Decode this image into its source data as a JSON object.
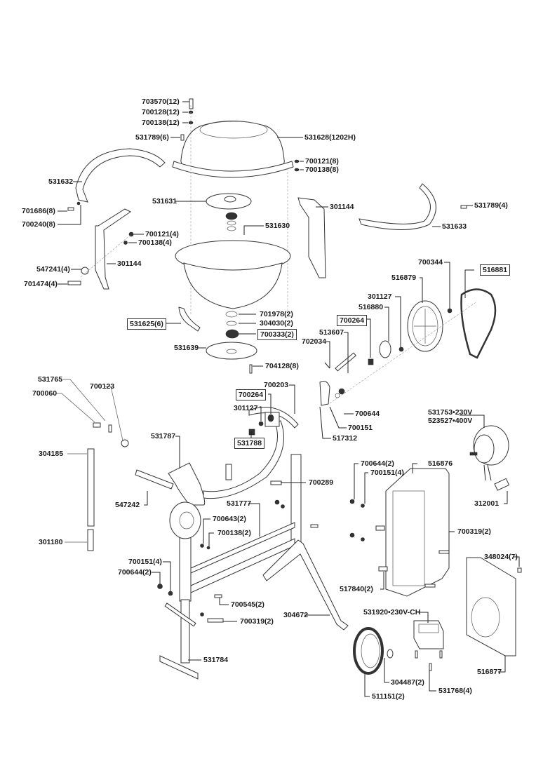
{
  "diagram": {
    "title": "Concrete mixer exploded parts view",
    "labels": [
      {
        "id": "l1",
        "text": "703570(12)",
        "boxed": false
      },
      {
        "id": "l2",
        "text": "700128(12)",
        "boxed": false
      },
      {
        "id": "l3",
        "text": "700138(12)",
        "boxed": false
      },
      {
        "id": "l4",
        "text": "531789(6)",
        "boxed": false
      },
      {
        "id": "l5",
        "text": "531628(1202H)",
        "boxed": false
      },
      {
        "id": "l6",
        "text": "700121(8)",
        "boxed": false
      },
      {
        "id": "l7",
        "text": "700138(8)",
        "boxed": false
      },
      {
        "id": "l8",
        "text": "531632",
        "boxed": false
      },
      {
        "id": "l9",
        "text": "531631",
        "boxed": false
      },
      {
        "id": "l10",
        "text": "701686(8)",
        "boxed": false
      },
      {
        "id": "l11",
        "text": "700240(8)",
        "boxed": false
      },
      {
        "id": "l12",
        "text": "301144",
        "boxed": false
      },
      {
        "id": "l13",
        "text": "531789(4)",
        "boxed": false
      },
      {
        "id": "l14",
        "text": "700121(4)",
        "boxed": false
      },
      {
        "id": "l15",
        "text": "531630",
        "boxed": false
      },
      {
        "id": "l16",
        "text": "700138(4)",
        "boxed": false
      },
      {
        "id": "l17",
        "text": "531633",
        "boxed": false
      },
      {
        "id": "l18",
        "text": "547241(4)",
        "boxed": false
      },
      {
        "id": "l19",
        "text": "301144",
        "boxed": false
      },
      {
        "id": "l20",
        "text": "701474(4)",
        "boxed": false
      },
      {
        "id": "l21",
        "text": "700344",
        "boxed": false
      },
      {
        "id": "l22",
        "text": "516881",
        "boxed": true
      },
      {
        "id": "l23",
        "text": "516879",
        "boxed": false
      },
      {
        "id": "l24",
        "text": "301127",
        "boxed": false
      },
      {
        "id": "l25",
        "text": "516880",
        "boxed": false
      },
      {
        "id": "l26",
        "text": "531625(6)",
        "boxed": true
      },
      {
        "id": "l27",
        "text": "701978(2)",
        "boxed": false
      },
      {
        "id": "l28",
        "text": "304030(2)",
        "boxed": false
      },
      {
        "id": "l29",
        "text": "700333(2)",
        "boxed": true
      },
      {
        "id": "l30",
        "text": "700264",
        "boxed": true
      },
      {
        "id": "l31",
        "text": "513607",
        "boxed": false
      },
      {
        "id": "l32",
        "text": "702034",
        "boxed": false
      },
      {
        "id": "l33",
        "text": "531639",
        "boxed": false
      },
      {
        "id": "l34",
        "text": "704128(8)",
        "boxed": false
      },
      {
        "id": "l35",
        "text": "531765",
        "boxed": false
      },
      {
        "id": "l36",
        "text": "700123",
        "boxed": false
      },
      {
        "id": "l37",
        "text": "700060",
        "boxed": false
      },
      {
        "id": "l38",
        "text": "700203",
        "boxed": false
      },
      {
        "id": "l39",
        "text": "700264",
        "boxed": true
      },
      {
        "id": "l40",
        "text": "301127",
        "boxed": false
      },
      {
        "id": "l41",
        "text": "700644",
        "boxed": false
      },
      {
        "id": "l42",
        "text": "700151",
        "boxed": false
      },
      {
        "id": "l43",
        "text": "531788",
        "boxed": true
      },
      {
        "id": "l44",
        "text": "517312",
        "boxed": false
      },
      {
        "id": "l45",
        "text": "531753•230V",
        "boxed": false
      },
      {
        "id": "l46",
        "text": "523527•400V",
        "boxed": false
      },
      {
        "id": "l47",
        "text": "531787",
        "boxed": false
      },
      {
        "id": "l48",
        "text": "304185",
        "boxed": false
      },
      {
        "id": "l49",
        "text": "700644(2)",
        "boxed": false
      },
      {
        "id": "l50",
        "text": "516876",
        "boxed": false
      },
      {
        "id": "l51",
        "text": "700151(4)",
        "boxed": false
      },
      {
        "id": "l52",
        "text": "700289",
        "boxed": false
      },
      {
        "id": "l53",
        "text": "312001",
        "boxed": false
      },
      {
        "id": "l54",
        "text": "547242",
        "boxed": false
      },
      {
        "id": "l55",
        "text": "531777",
        "boxed": false
      },
      {
        "id": "l56",
        "text": "700643(2)",
        "boxed": false
      },
      {
        "id": "l57",
        "text": "700138(2)",
        "boxed": false
      },
      {
        "id": "l58",
        "text": "700319(2)",
        "boxed": false
      },
      {
        "id": "l59",
        "text": "301180",
        "boxed": false
      },
      {
        "id": "l60",
        "text": "348024(7)",
        "boxed": false
      },
      {
        "id": "l61",
        "text": "700151(4)",
        "boxed": false
      },
      {
        "id": "l62",
        "text": "700644(2)",
        "boxed": false
      },
      {
        "id": "l63",
        "text": "517840(2)",
        "boxed": false
      },
      {
        "id": "l64",
        "text": "700545(2)",
        "boxed": false
      },
      {
        "id": "l65",
        "text": "531920•230V-CH",
        "boxed": false
      },
      {
        "id": "l66",
        "text": "700319(2)",
        "boxed": false
      },
      {
        "id": "l67",
        "text": "304672",
        "boxed": false
      },
      {
        "id": "l68",
        "text": "531784",
        "boxed": false
      },
      {
        "id": "l69",
        "text": "516877",
        "boxed": false
      },
      {
        "id": "l70",
        "text": "304487(2)",
        "boxed": false
      },
      {
        "id": "l71",
        "text": "531768(4)",
        "boxed": false
      },
      {
        "id": "l72",
        "text": "511151(2)",
        "boxed": false
      }
    ]
  }
}
